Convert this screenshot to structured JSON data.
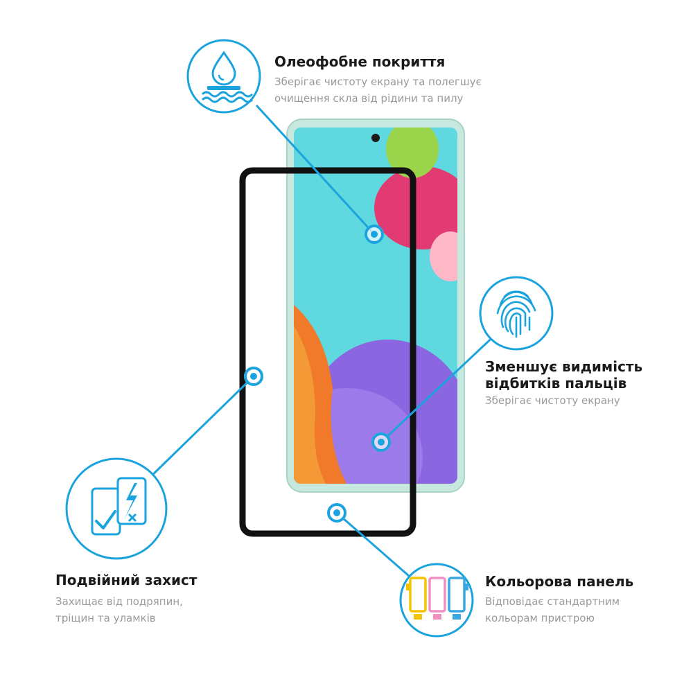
{
  "features": [
    {
      "id": "oleophobic",
      "title": "Олеофобне покриття",
      "desc": [
        "Зберігає чистоту екрану та полегшує",
        "очищення скла від рідини та пилу"
      ],
      "icon": "water-drop-shield-icon"
    },
    {
      "id": "fingerprint",
      "title": [
        "Зменшує видимість",
        "відбитків пальців"
      ],
      "desc": [
        "Зберігає чистоту екрану"
      ],
      "icon": "fingerprint-icon"
    },
    {
      "id": "double-protection",
      "title": "Подвійний захист",
      "desc": [
        "Захищає від подряпин,",
        "тріщин та уламків"
      ],
      "icon": "phone-shield-icon"
    },
    {
      "id": "color-frame",
      "title": "Кольорова панель",
      "desc": [
        "Відповідає стандартним",
        "кольорам пристрою"
      ],
      "icon": "colored-phones-icon"
    }
  ],
  "colors": {
    "accent": "#1aa3dc",
    "frame": "#111111",
    "screen": "#5fd8df",
    "phone_body": "#bfe3d8",
    "blob_green": "#9bd34a",
    "blob_pink": "#e0306a",
    "blob_purple": "#8a6be0",
    "blob_orange": "#f07a2a",
    "phone_yellow": "#f5c400",
    "phone_pink": "#f08fc0",
    "phone_blue": "#3aa8e0"
  }
}
